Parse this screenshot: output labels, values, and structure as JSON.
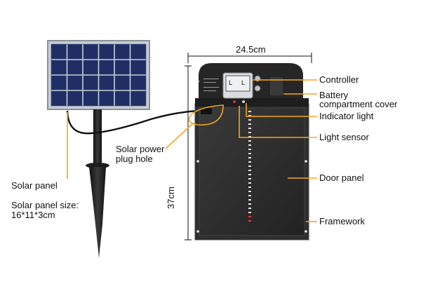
{
  "dimensions": {
    "width": "24.5cm",
    "height": "37cm"
  },
  "labels": {
    "controller": "Controller",
    "battery_line1": "Battery",
    "battery_line2": "compartment cover",
    "indicator": "Indicator light",
    "sensor": "Light sensor",
    "door": "Door panel",
    "framework": "Framework",
    "plug_line1": "Solar power",
    "plug_line2": "plug hole",
    "solar_panel": "Solar panel",
    "size_title": "Solar panel size:",
    "size_value": "16*11*3cm"
  },
  "colors": {
    "leader": "#f5a623",
    "panel": "#2b2b2b",
    "cells": "#1f2f66",
    "frame": "#9aa3ad"
  },
  "controller_screen": {
    "left_digit": "L",
    "right_digit": "L"
  }
}
